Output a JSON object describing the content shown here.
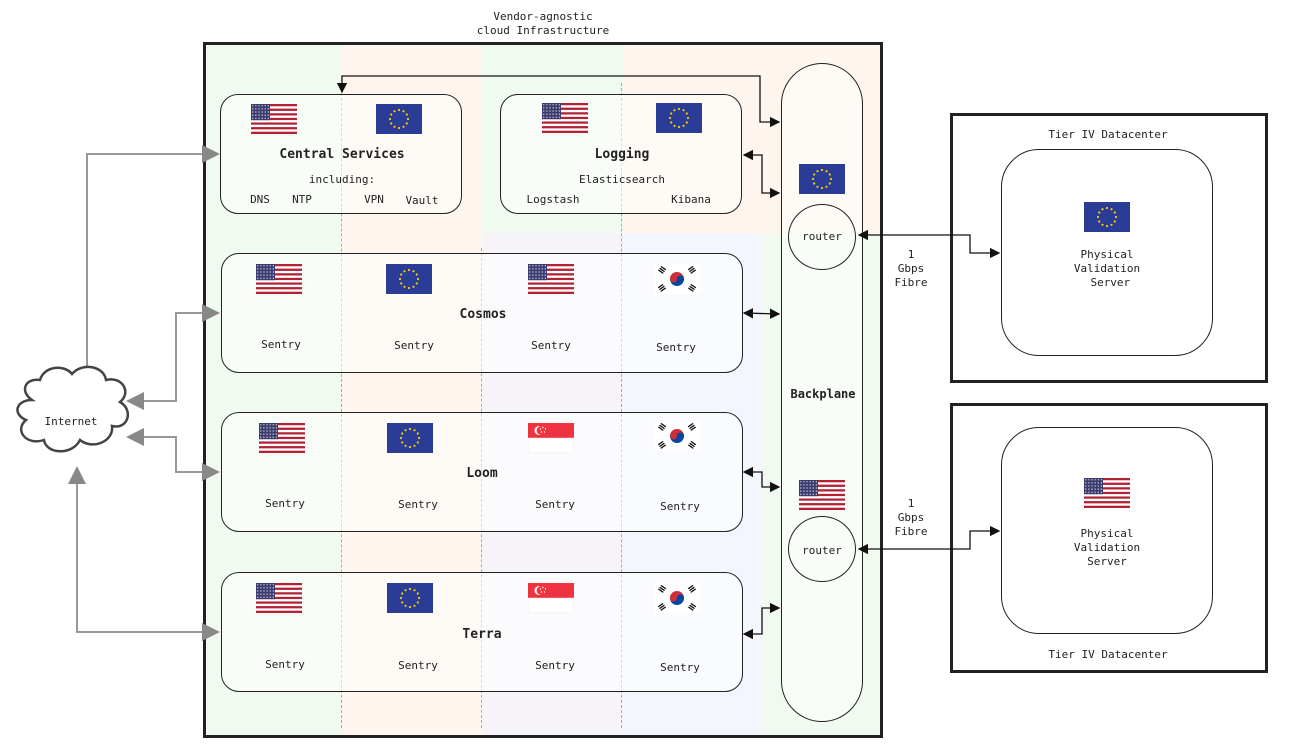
{
  "cloud": {
    "title": "Vendor-agnostic\ncloud Infrastructure",
    "backplane": "Backplane",
    "router_top": "router",
    "router_bottom": "router"
  },
  "internet": {
    "label": "Internet"
  },
  "central": {
    "title": "Central Services",
    "subtitle": "including:",
    "items": [
      "DNS",
      "NTP",
      "VPN",
      "Vault"
    ],
    "flags": [
      "us",
      "eu"
    ]
  },
  "logging": {
    "title": "Logging",
    "subtitle": "Elasticsearch",
    "items": [
      "Logstash",
      "Kibana"
    ],
    "flags": [
      "us",
      "eu"
    ]
  },
  "cosmos": {
    "title": "Cosmos",
    "nodes": [
      "Sentry",
      "Sentry",
      "Sentry",
      "Sentry"
    ],
    "flags": [
      "us",
      "eu",
      "us",
      "kr"
    ]
  },
  "loom": {
    "title": "Loom",
    "nodes": [
      "Sentry",
      "Sentry",
      "Sentry",
      "Sentry"
    ],
    "flags": [
      "us",
      "eu",
      "sg",
      "kr"
    ]
  },
  "terra": {
    "title": "Terra",
    "nodes": [
      "Sentry",
      "Sentry",
      "Sentry",
      "Sentry"
    ],
    "flags": [
      "us",
      "eu",
      "sg",
      "kr"
    ]
  },
  "dc_top": {
    "title": "Tier IV Datacenter",
    "server": "Physical\nValidation\n Server",
    "flag": "eu"
  },
  "dc_bottom": {
    "title": "Tier IV Datacenter",
    "server": "Physical\nValidation\nServer",
    "flag": "us"
  },
  "links": {
    "fibre_top": "1\nGbps\nFibre",
    "fibre_bottom": "1\nGbps\nFibre"
  },
  "colors": {
    "zone_green": "#f1faf0",
    "zone_orange": "#fdf5ee",
    "zone_purple": "#f6f4f9",
    "zone_blue": "#f3f7fd",
    "zone_green2": "#f1faf0",
    "arrow_gray": "#888888"
  }
}
